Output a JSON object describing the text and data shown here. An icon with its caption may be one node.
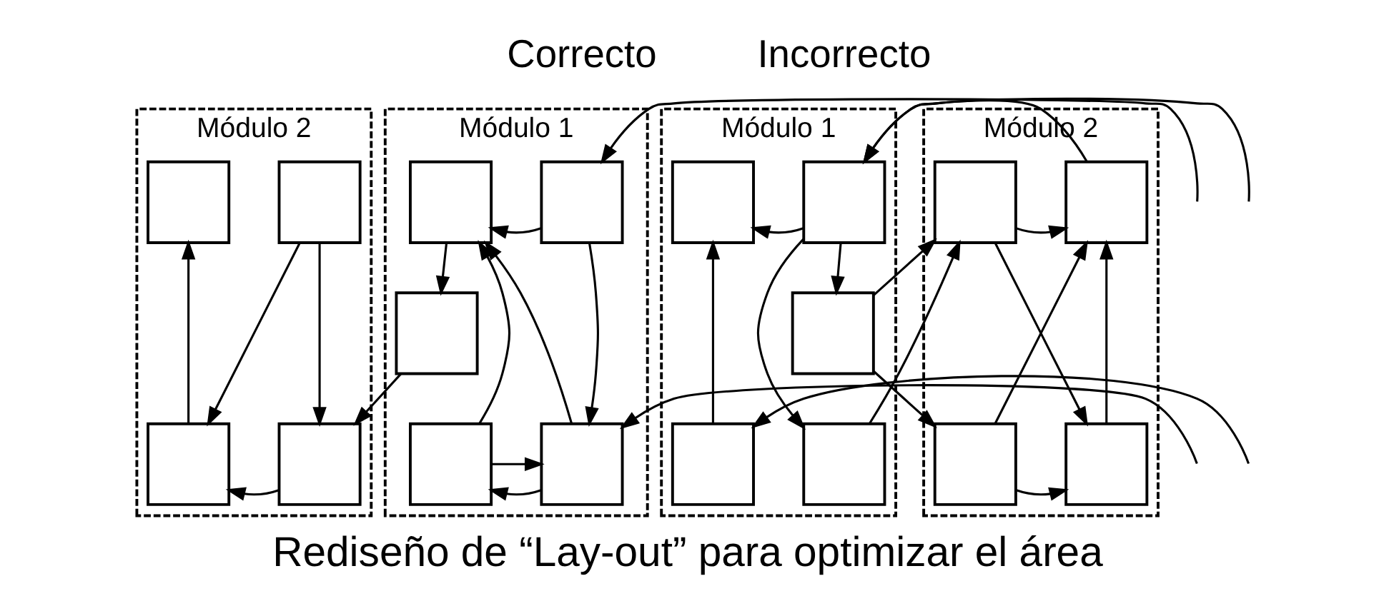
{
  "diagram": {
    "caption": "Rediseño de “Lay-out” para optimizar el área",
    "nodes": [
      {
        "text": [
          "Módulo 1"
        ]
      },
      {
        "text": [],
        "shape": "box",
        "in": 0
      },
      {
        "text": [],
        "shape": "box",
        "in": 0
      },
      {
        "text": [],
        "shape": "box",
        "in": 0
      },
      {
        "text": [],
        "shape": "box",
        "in": 0
      },
      {
        "text": [],
        "shape": "box",
        "in": 0
      },
      {
        "text": [
          "Módulo 2"
        ]
      },
      {
        "text": [],
        "shape": "box",
        "in": 6
      },
      {
        "text": [],
        "shape": "box",
        "in": 6
      },
      {
        "text": [],
        "shape": "box",
        "in": 6
      },
      {
        "text": [],
        "shape": "box",
        "in": 6
      },
      {
        "text": [
          "Módulo 1"
        ]
      },
      {
        "text": [],
        "shape": "box",
        "in": 11
      },
      {
        "text": [],
        "shape": "box",
        "in": 11
      },
      {
        "text": [],
        "shape": "box",
        "in": 11
      },
      {
        "text": [],
        "shape": "box",
        "in": 11
      },
      {
        "text": [],
        "shape": "box",
        "in": 11
      },
      {
        "text": [
          "Módulo 2"
        ]
      },
      {
        "text": [],
        "shape": "box",
        "in": 17
      },
      {
        "text": [],
        "shape": "box",
        "in": 17
      },
      {
        "text": [],
        "shape": "box",
        "in": 17
      },
      {
        "text": [],
        "shape": "box",
        "in": 17
      }
    ],
    "edges": [
      {
        "from": null,
        "to": 1,
        "arrow": "to"
      },
      {
        "from": null,
        "to": 4,
        "arrow": "to"
      },
      {
        "from": 1,
        "to": 2,
        "arrow": "to"
      },
      {
        "from": 1,
        "to": 4,
        "arrow": "to"
      },
      {
        "from": 4,
        "to": 2,
        "arrow": "to"
      },
      {
        "from": 5,
        "to": 2,
        "arrow": "to"
      },
      {
        "from": 2,
        "to": 3,
        "arrow": "to"
      },
      {
        "from": 4,
        "to": 5,
        "arrow": "to"
      },
      {
        "from": 5,
        "to": 4,
        "arrow": "to"
      },
      {
        "from": 3,
        "to": 9,
        "arrow": "to"
      },
      {
        "from": 7,
        "to": 9,
        "arrow": "to"
      },
      {
        "from": 7,
        "to": 10,
        "arrow": "to"
      },
      {
        "from": 9,
        "to": 10,
        "arrow": "to"
      },
      {
        "from": 10,
        "to": 8,
        "arrow": "to"
      },
      {
        "from": null,
        "to": 12,
        "arrow": "to"
      },
      {
        "from": null,
        "to": 15,
        "arrow": "to"
      },
      {
        "from": 12,
        "to": 13,
        "arrow": "to"
      },
      {
        "from": 19,
        "to": 12,
        "arrow": "to"
      },
      {
        "from": 12,
        "to": 14,
        "arrow": "to"
      },
      {
        "from": 12,
        "to": 16,
        "arrow": "to"
      },
      {
        "from": 15,
        "to": 13,
        "arrow": "to"
      },
      {
        "from": 14,
        "to": 18,
        "arrow": "to"
      },
      {
        "from": 16,
        "to": 18,
        "arrow": "to"
      },
      {
        "from": 14,
        "to": 20,
        "arrow": "to"
      },
      {
        "from": 18,
        "to": 19,
        "arrow": "to"
      },
      {
        "from": 18,
        "to": 21,
        "arrow": "to"
      },
      {
        "from": 20,
        "to": 19,
        "arrow": "to"
      },
      {
        "from": 20,
        "to": 21,
        "arrow": "to"
      },
      {
        "from": 21,
        "to": 19,
        "arrow": "to"
      }
    ],
    "labels": [
      "Correcto",
      "Incorrecto"
    ]
  }
}
